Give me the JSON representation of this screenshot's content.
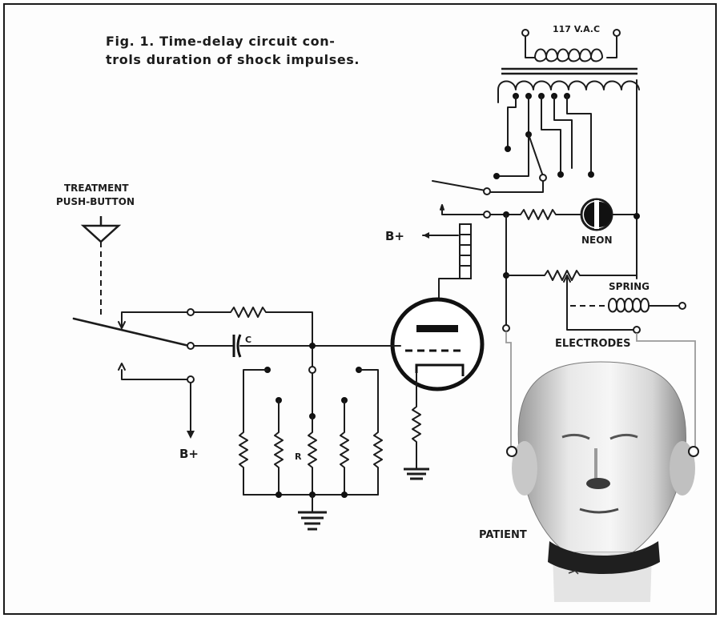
{
  "caption": {
    "line1": "Fig. 1. Time-delay circuit con-",
    "line2": "trols duration of shock impulses."
  },
  "labels": {
    "supply": "117 V.A.C",
    "treatment_line1": "TREATMENT",
    "treatment_line2": "PUSH-BUTTON",
    "b_plus_top": "B+",
    "b_plus_bottom": "B+",
    "capacitor": "C",
    "resistor": "R",
    "neon": "NEON",
    "spring": "SPRING",
    "electrodes": "ELECTRODES",
    "patient": "PATIENT"
  }
}
